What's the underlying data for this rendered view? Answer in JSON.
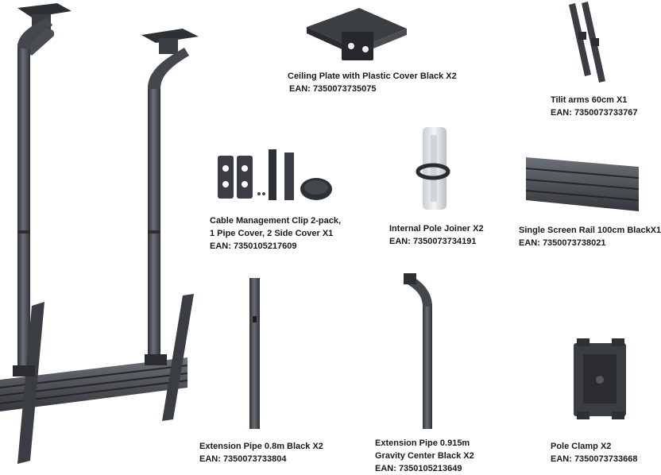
{
  "items": [
    {
      "id": "ceiling-plate",
      "lines": [
        "Ceiling Plate with Plastic Cover Black X2",
        "EAN: 7350073735075"
      ]
    },
    {
      "id": "tilt-arms",
      "lines": [
        "Tilit arms 60cm X1",
        "EAN: 7350073733767"
      ]
    },
    {
      "id": "cable-clip",
      "lines": [
        "Cable Management Clip 2-pack,",
        "1 Pipe Cover, 2 Side Cover X1",
        "EAN: 7350105217609"
      ]
    },
    {
      "id": "pole-joiner",
      "lines": [
        "Internal Pole Joiner X2",
        "EAN: 7350073734191"
      ]
    },
    {
      "id": "screen-rail",
      "lines": [
        "Single Screen Rail 100cm BlackX1",
        "EAN: 7350073738021"
      ]
    },
    {
      "id": "extension-pipe-08",
      "lines": [
        "Extension Pipe 0.8m Black X2",
        "EAN: 7350073733804"
      ]
    },
    {
      "id": "extension-pipe-0915",
      "lines": [
        "Extension Pipe 0.915m",
        "Gravity Center Black X2",
        "EAN: 7350105213649"
      ]
    },
    {
      "id": "pole-clamp",
      "lines": [
        "Pole Clamp X2",
        "EAN: 7350073733668"
      ]
    }
  ],
  "colors": {
    "metal_dark": "#3a3d41",
    "metal_mid": "#55595e",
    "metal_light": "#7c8187",
    "joiner": "#dfe3e6"
  }
}
